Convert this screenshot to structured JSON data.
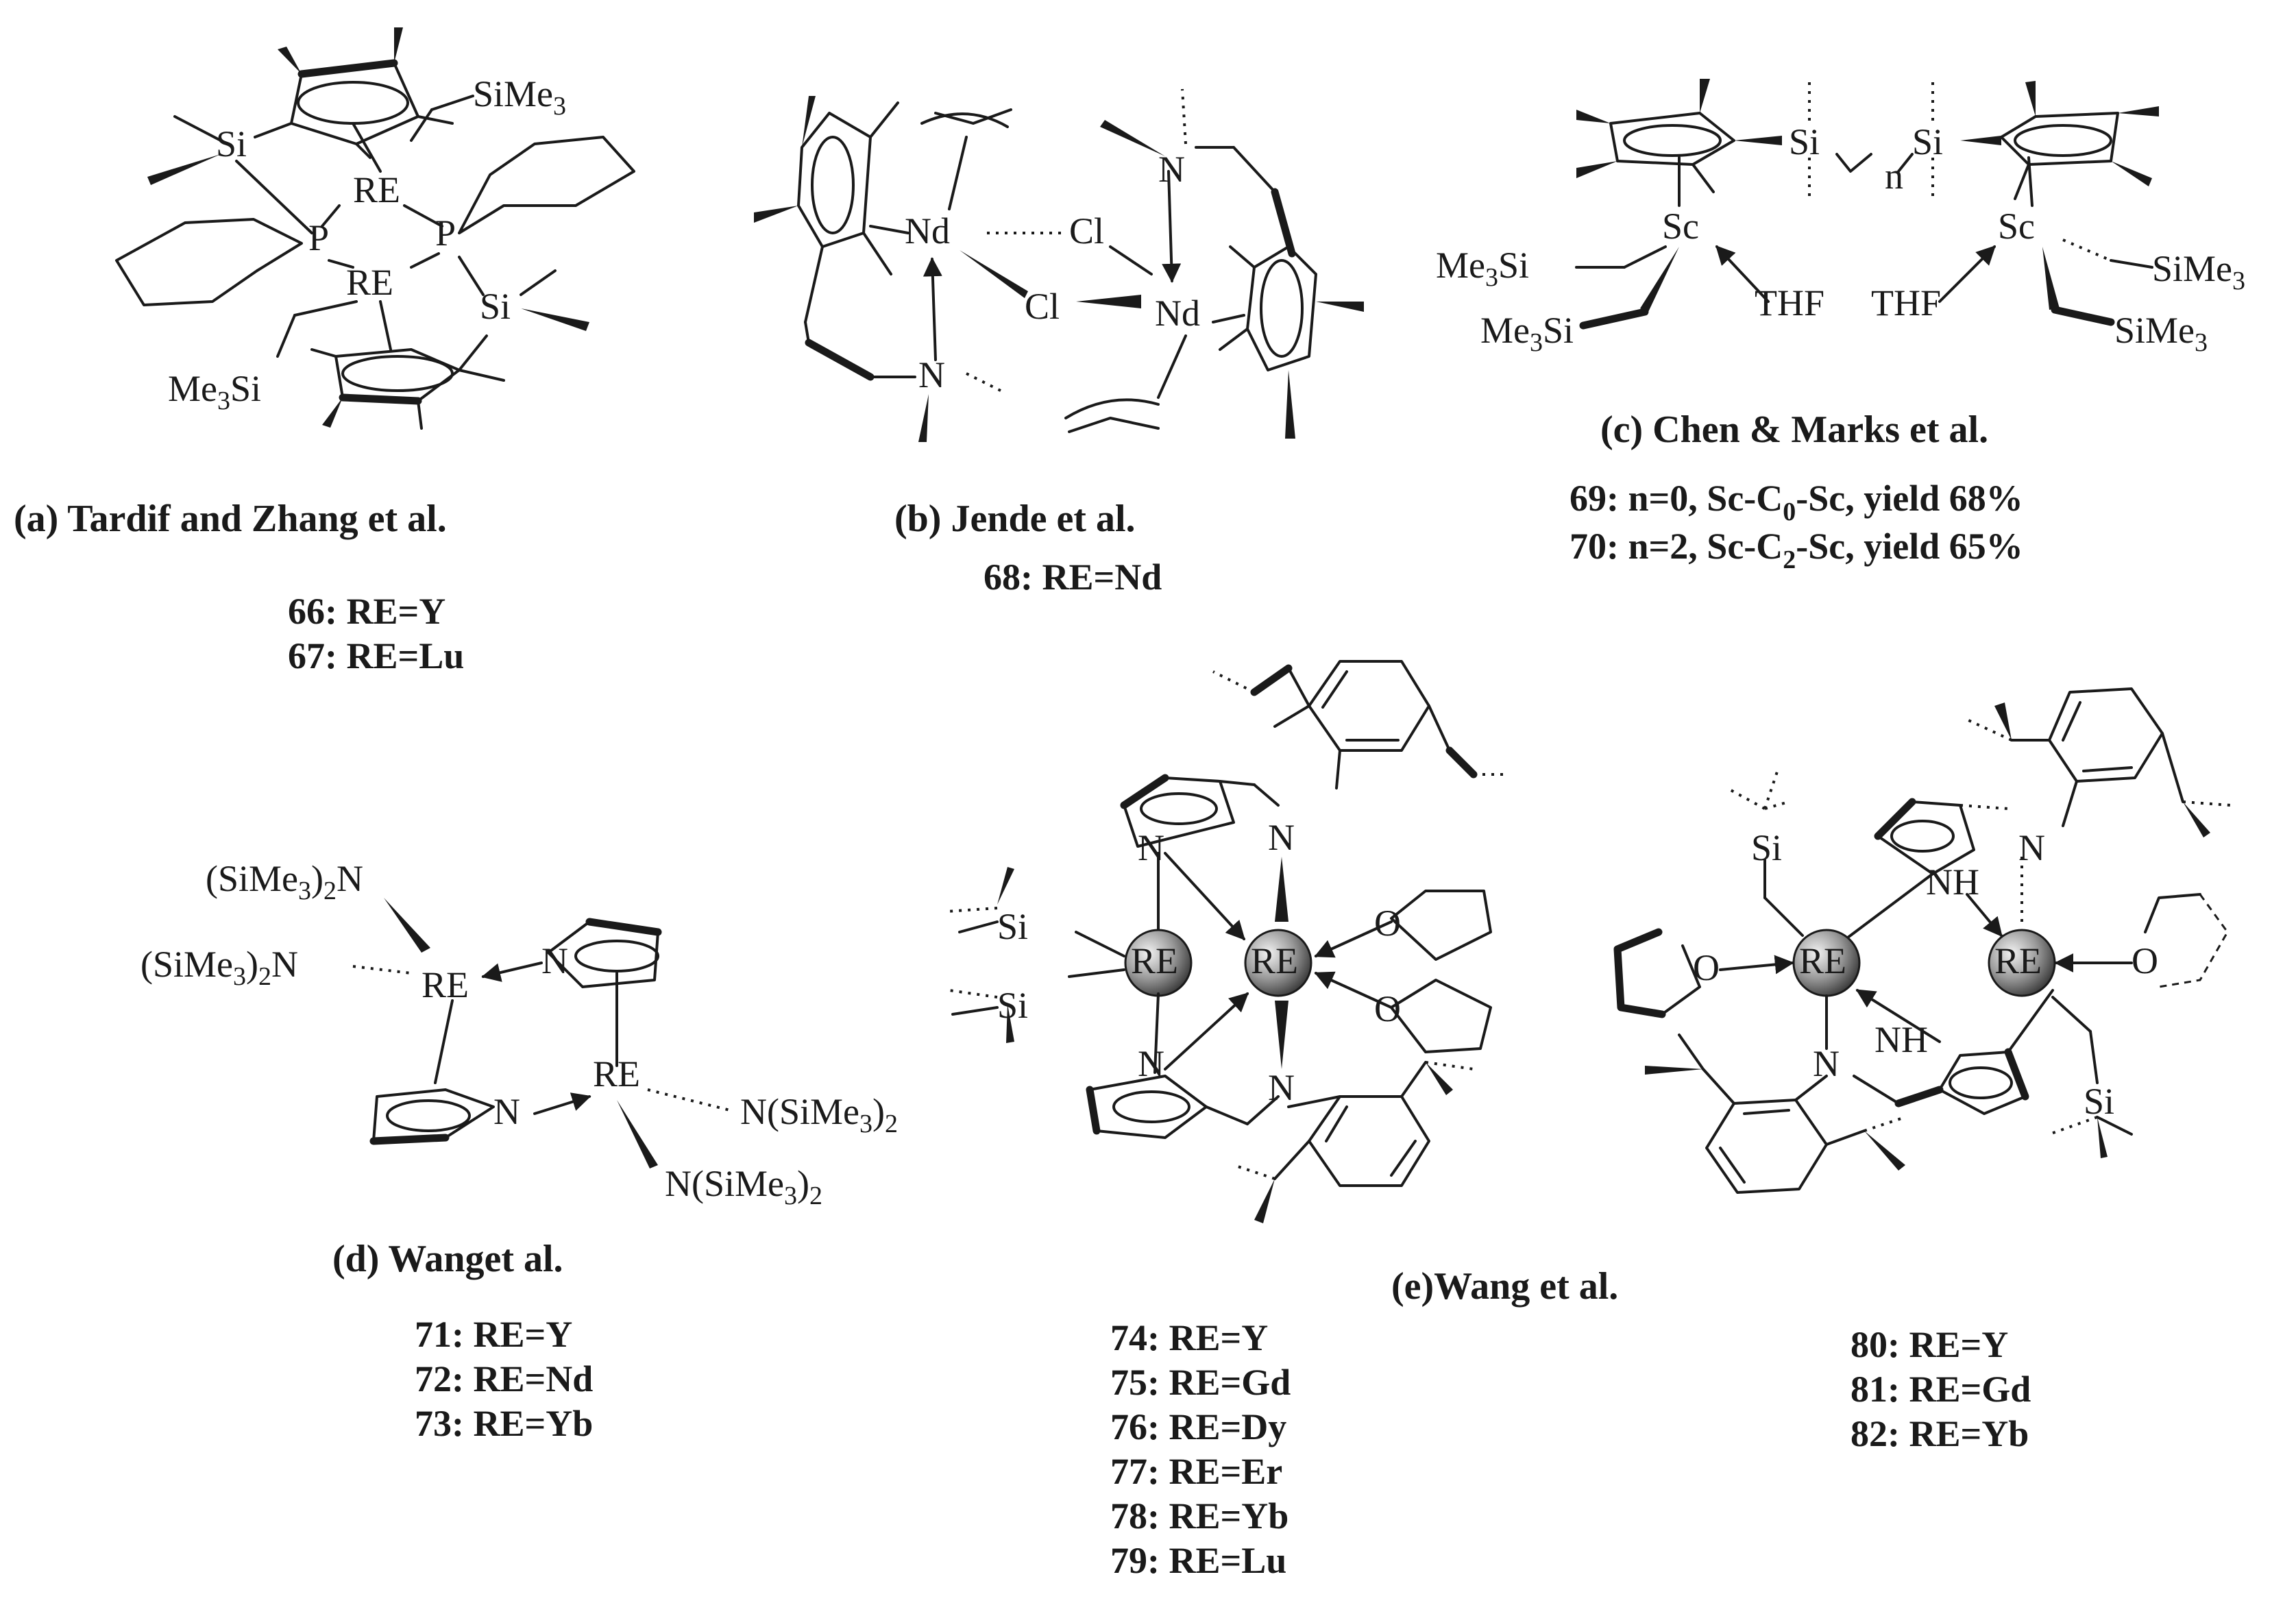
{
  "panels": {
    "a": {
      "caption": "(a) Tardif and Zhang et al.",
      "compounds": [
        "66: RE=Y",
        "67: RE=Lu"
      ],
      "atoms": {
        "re": "RE",
        "p": "P",
        "si": "Si",
        "sime3": "SiMe",
        "sub3": "3",
        "me3si": "Me",
        "si_tail": "Si"
      }
    },
    "b": {
      "caption": "(b) Jende et al.",
      "compounds": [
        "68: RE=Nd"
      ],
      "atoms": {
        "nd": "Nd",
        "cl": "Cl",
        "n": "N"
      }
    },
    "c": {
      "caption": "(c) Chen & Marks et al.",
      "compounds": [
        "69: n=0, Sc-C",
        "0",
        "-Sc, yield 68%",
        "70: n=2, Sc-C",
        "2",
        "-Sc, yield 65%"
      ],
      "atoms": {
        "sc": "Sc",
        "si": "Si",
        "n": "n",
        "thf": "THF",
        "me3si": "Me",
        "sime3": "SiMe",
        "sub3": "3"
      }
    },
    "d": {
      "caption": "(d) Wanget al.",
      "compounds": [
        "71: RE=Y",
        "72: RE=Nd",
        "73: RE=Yb"
      ],
      "atoms": {
        "re": "RE",
        "n": "N",
        "amide_l1": "(SiMe",
        "amide_l2": ")",
        "sub2": "2",
        "sub3": "3",
        "amide_r1": "N(SiMe",
        "amide_n": "N"
      }
    },
    "e": {
      "caption": "(e)Wang et al.",
      "compounds_left": [
        "74: RE=Y",
        "75: RE=Gd",
        "76: RE=Dy",
        "77: RE=Er",
        "78: RE=Yb",
        "79: RE=Lu"
      ],
      "compounds_right": [
        "80: RE=Y",
        "81: RE=Gd",
        "82: RE=Yb"
      ],
      "atoms": {
        "re": "RE",
        "n": "N",
        "o": "O",
        "si": "Si",
        "nh": "NH"
      }
    }
  },
  "colors": {
    "ink": "#1a1a1a",
    "sphere_light": "#e8e8e8",
    "sphere_dark": "#4a4a4a"
  }
}
